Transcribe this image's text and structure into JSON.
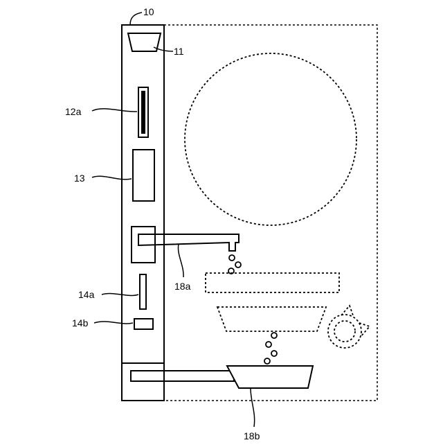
{
  "labels": {
    "panel": "10",
    "hopper": "11",
    "card_slot": "12a",
    "display": "13",
    "slot_14a": "14a",
    "slot_14b": "14b",
    "upper_nozzle": "18a",
    "lower_tray": "18b"
  }
}
